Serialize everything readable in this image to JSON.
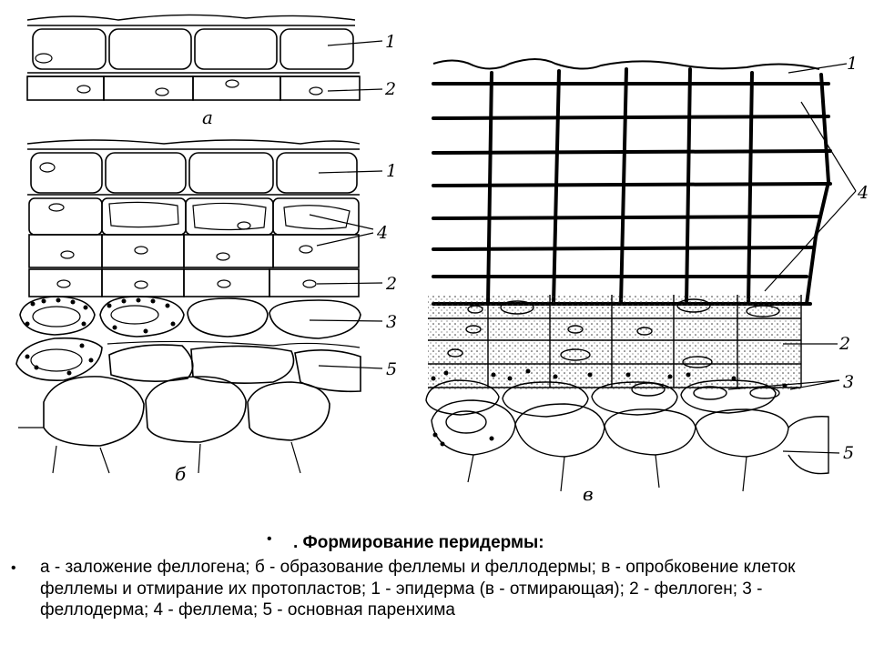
{
  "labels": {
    "num_1": "1",
    "num_2": "2",
    "num_3": "3",
    "num_4": "4",
    "num_5": "5",
    "sub_a": "а",
    "sub_b": "б",
    "sub_v": "в"
  },
  "caption": {
    "bullet": "•",
    "title": ". Формирование перидермы:",
    "body": "а - заложение феллогена; б - образование феллемы и феллодермы; в - опробковение клеток феллемы и отмирание их протопластов; 1 - эпидерма (в - отмирающая); 2 - феллоген; 3 - феллодерма; 4 - феллема; 5 - основная паренхима"
  }
}
